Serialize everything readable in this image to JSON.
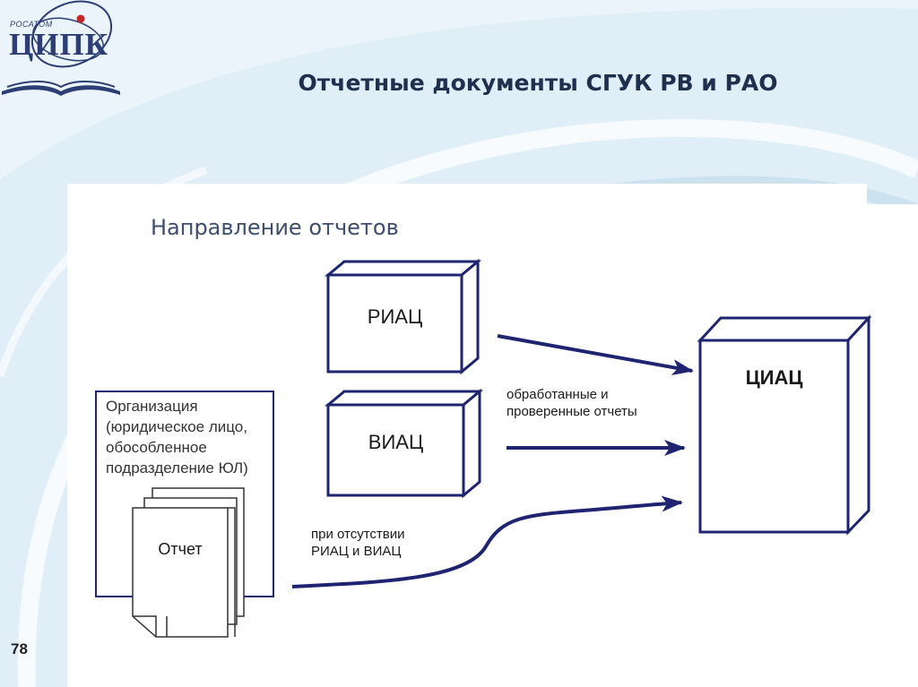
{
  "logo": {
    "top_text": "РОСАТОМ",
    "main_text": "ЦИПК"
  },
  "slide": {
    "title": "Отчетные документы СГУК РВ и РАО",
    "subtitle": "Направление отчетов",
    "page_number": "78"
  },
  "diagram": {
    "riac": "РИАЦ",
    "viac": "ВИАЦ",
    "ciac": "ЦИАЦ",
    "organization": [
      "Организация",
      "(юридическое лицо,",
      "обособленное",
      "подразделение ЮЛ)"
    ],
    "report": "Отчет",
    "processed_label": [
      "обработанные и",
      "проверенные отчеты"
    ],
    "absence_label": [
      "при отсутствии",
      "РИАЦ и ВИАЦ"
    ]
  },
  "colors": {
    "box_stroke": "#1e2470",
    "arrow": "#1e2470",
    "background": "#dfeef7",
    "title": "#1f2f4e"
  }
}
